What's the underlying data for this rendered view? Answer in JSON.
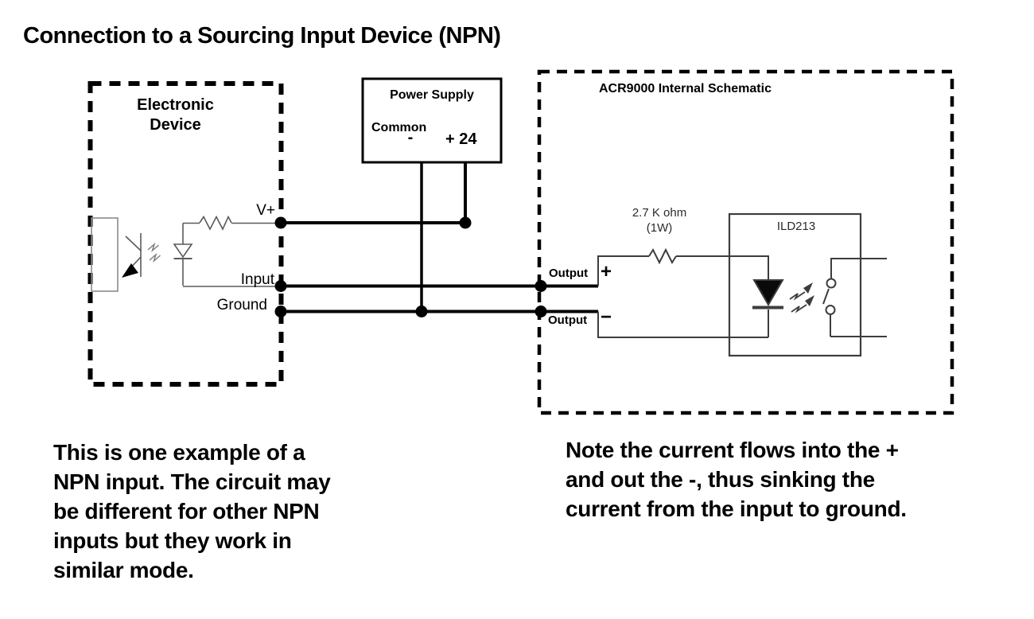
{
  "title": "Connection to a Sourcing Input Device (NPN)",
  "colors": {
    "ink": "#000000",
    "thin_line": "#5a5a5a",
    "schematic_line": "#3d3d3d",
    "background": "#ffffff"
  },
  "electronic_device": {
    "label": "Electronic\nDevice",
    "terminals": {
      "vplus": "V+",
      "input": "Input",
      "ground": "Ground"
    }
  },
  "power_supply": {
    "title": "Power Supply",
    "common": "Common",
    "minus": "-",
    "plus": "+ 24"
  },
  "acr9000": {
    "title": "ACR9000 Internal Schematic",
    "resistor": "2.7 K ohm\n(1W)",
    "ic": "ILD213",
    "output_plus": {
      "label": "Output",
      "sign": "+"
    },
    "output_minus": {
      "label": "Output",
      "sign": "−"
    }
  },
  "notes": {
    "left": "This is one example of a\nNPN input. The circuit may\nbe different for other NPN\ninputs but they work in\nsimilar mode.",
    "right": "Note the current flows into the +\nand out the -, thus sinking the\ncurrent from the input to ground."
  }
}
